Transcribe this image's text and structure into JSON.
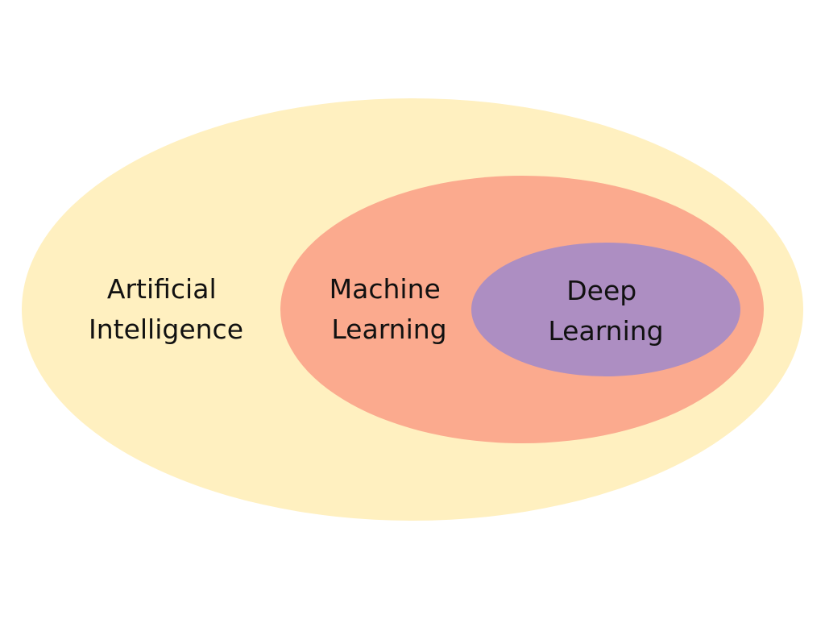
{
  "diagram": {
    "type": "nested-ellipses",
    "outer": {
      "label_lines": [
        "Artificial",
        "Intelligence"
      ],
      "color": "#FFF0C0"
    },
    "middle": {
      "label_lines": [
        "Machine",
        "Learning"
      ],
      "color": "#FBAA8E"
    },
    "inner": {
      "label_lines": [
        "Deep",
        "Learning"
      ],
      "color": "#AD8EC2"
    }
  }
}
